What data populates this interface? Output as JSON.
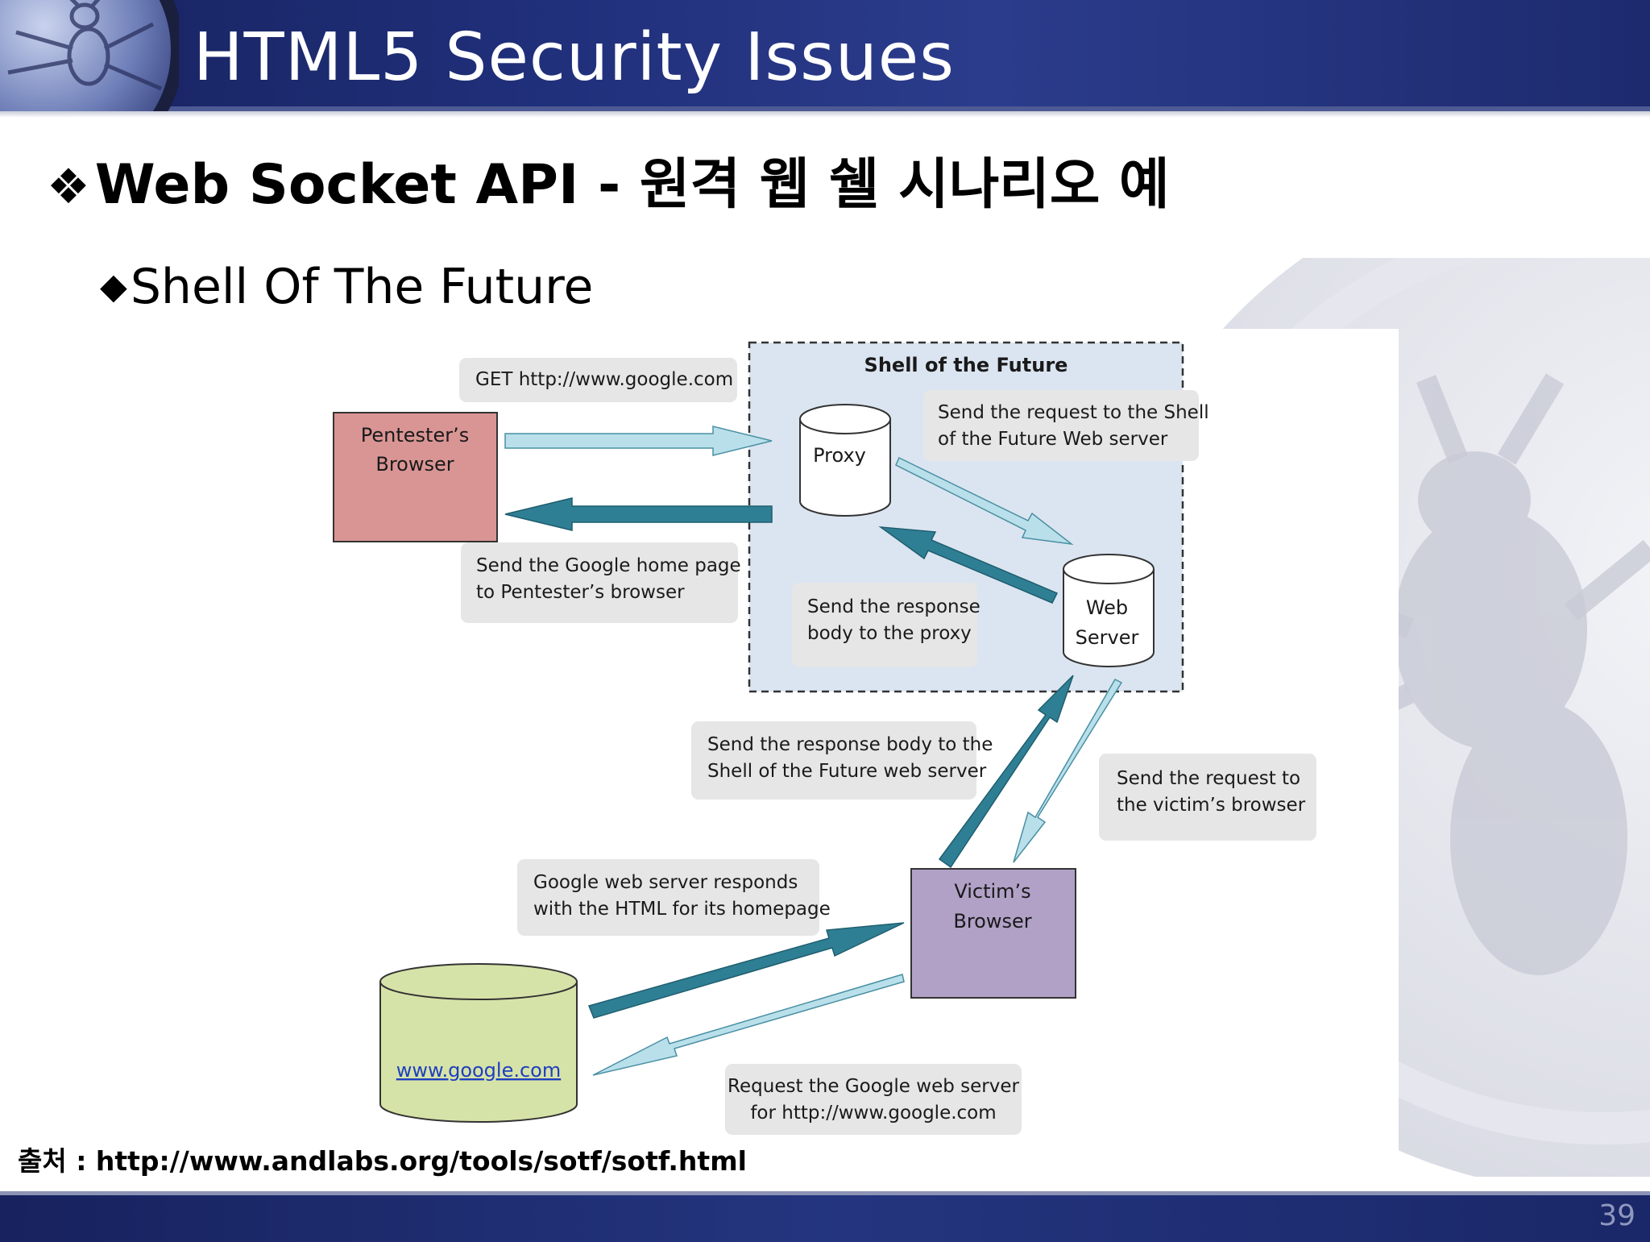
{
  "slide": {
    "title": "HTML5 Security Issues",
    "heading": "Web Socket API - 원격 웹 쉘 시나리오 예",
    "heading_bullet": "❖",
    "subheading": "Shell Of The Future",
    "subheading_bullet": "◆",
    "source": "출처 : http://www.andlabs.org/tools/sotf/sotf.html",
    "page_number": "39"
  },
  "diagram": {
    "shell_box_title": "Shell of the Future",
    "nodes": {
      "pentester_line1": "Pentester’s",
      "pentester_line2": "Browser",
      "proxy": "Proxy",
      "webserver_line1": "Web",
      "webserver_line2": "Server",
      "victim_line1": "Victim’s",
      "victim_line2": "Browser",
      "google": "www.google.com"
    },
    "labels": {
      "get_request": "GET  http://www.google.com",
      "send_to_shell_line1": "Send the request to the Shell",
      "send_to_shell_line2": "of the Future Web server",
      "send_google_home_line1": "Send the Google home page",
      "send_google_home_line2": "to Pentester’s browser",
      "send_response_proxy_line1": "Send the response",
      "send_response_proxy_line2": "body to the proxy",
      "send_response_shell_line1": "Send the response body to the",
      "send_response_shell_line2": "Shell of the Future web server",
      "send_to_victim_line1": "Send the request to",
      "send_to_victim_line2": "the victim’s browser",
      "google_responds_line1": "Google web server responds",
      "google_responds_line2": "with the HTML for its homepage",
      "request_google_line1": "Request the Google web server",
      "request_google_line2": "for http://www.google.com"
    }
  },
  "colors": {
    "header_blue": "#1f2e78",
    "arrow_light": "#b9e0ea",
    "arrow_dark": "#2f7f94",
    "pentester_fill": "#d99594",
    "victim_fill": "#b2a1c7",
    "google_fill": "#d6e3a8",
    "shell_fill": "#dbe5f1"
  },
  "icons": {
    "logo": "wasp-icon"
  }
}
